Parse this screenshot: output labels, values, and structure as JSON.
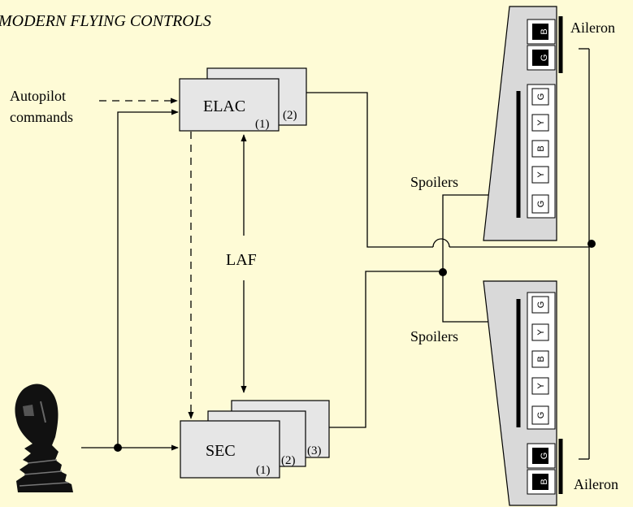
{
  "title": "MODERN FLYING CONTROLS",
  "autopilot": {
    "line1": "Autopilot",
    "line2": "commands"
  },
  "elac": {
    "label": "ELAC",
    "unit1": "(1)",
    "unit2": "(2)"
  },
  "sec": {
    "label": "SEC",
    "unit1": "(1)",
    "unit2": "(2)",
    "unit3": "(3)"
  },
  "laf": "LAF",
  "labels": {
    "aileron_top": "Aileron",
    "aileron_bottom": "Aileron",
    "spoilers_top": "Spoilers",
    "spoilers_bottom": "Spoilers"
  },
  "hydraulics": {
    "top_aileron": [
      "B",
      "G"
    ],
    "top_spoilers": [
      "G",
      "Y",
      "B",
      "Y",
      "G"
    ],
    "bottom_spoilers": [
      "G",
      "Y",
      "B",
      "Y",
      "G"
    ],
    "bottom_aileron": [
      "G",
      "B"
    ]
  },
  "colors": {
    "background": "#fefbd6",
    "box_fill": "#e6e6e6",
    "wing_fill": "#d9d9d9",
    "dark_cell": "#000000",
    "light_cell": "#ffffff"
  },
  "icons": {
    "sidestick": "sidestick-icon"
  }
}
